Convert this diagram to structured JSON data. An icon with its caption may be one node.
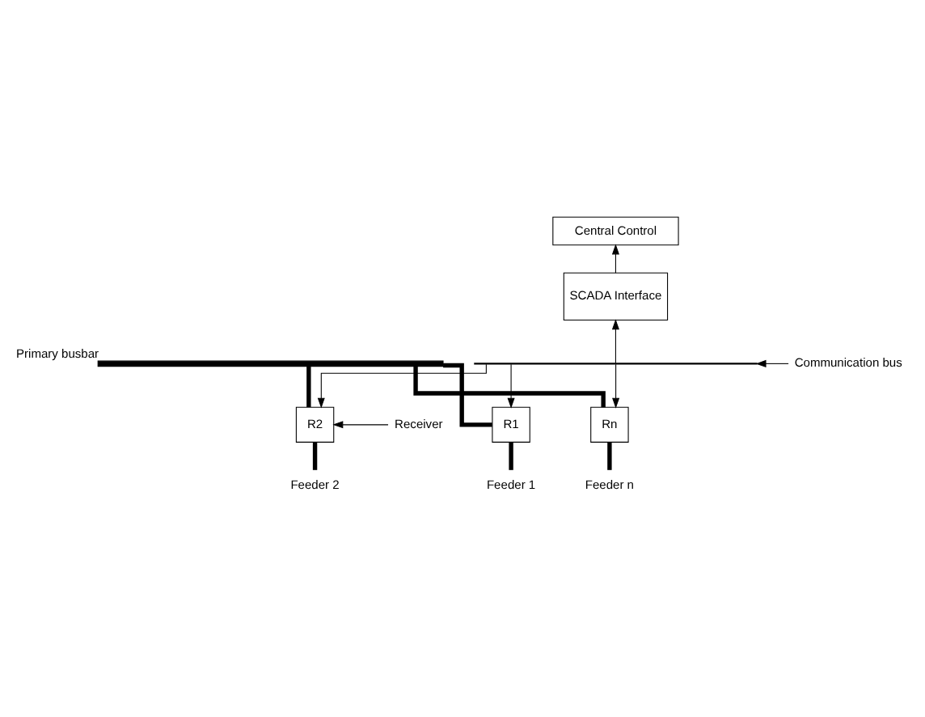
{
  "diagram": {
    "nodes": [
      {
        "text": [
          "Central Control"
        ]
      },
      {
        "text": [
          "SCADA Interface"
        ]
      },
      {
        "text": [
          "Communication bus"
        ]
      },
      {
        "text": [],
        "shape": "bar"
      },
      {
        "text": [],
        "shape": "bar",
        "beside": [
          "Primary busbar"
        ]
      },
      {
        "text": [
          "R1"
        ]
      },
      {
        "text": [
          "R2"
        ]
      },
      {
        "text": [
          "Rn"
        ]
      },
      {
        "text": [
          "Receiver"
        ]
      },
      {
        "text": [
          "Feeder 1"
        ]
      },
      {
        "text": [
          "Feeder 2"
        ]
      },
      {
        "text": [
          "Feeder n"
        ]
      }
    ],
    "edges": [
      {
        "from": 1,
        "to": 0,
        "arrow": "to"
      },
      {
        "from": 3,
        "to": 1,
        "arrow": "to"
      },
      {
        "from": 2,
        "to": 3,
        "arrow": "to"
      },
      {
        "from": 3,
        "to": 5,
        "arrow": "to"
      },
      {
        "from": 3,
        "to": 6,
        "arrow": "to"
      },
      {
        "from": 3,
        "to": 7,
        "arrow": "to"
      },
      {
        "from": 4,
        "to": 5,
        "arrow": "none",
        "style": "thick"
      },
      {
        "from": 4,
        "to": 6,
        "arrow": "none",
        "style": "thick"
      },
      {
        "from": 4,
        "to": 7,
        "arrow": "none",
        "style": "thick"
      },
      {
        "from": 5,
        "to": 9,
        "arrow": "none",
        "style": "thick"
      },
      {
        "from": 6,
        "to": 10,
        "arrow": "none",
        "style": "thick"
      },
      {
        "from": 7,
        "to": 11,
        "arrow": "none",
        "style": "thick"
      },
      {
        "from": 8,
        "to": 6,
        "arrow": "to"
      }
    ]
  }
}
